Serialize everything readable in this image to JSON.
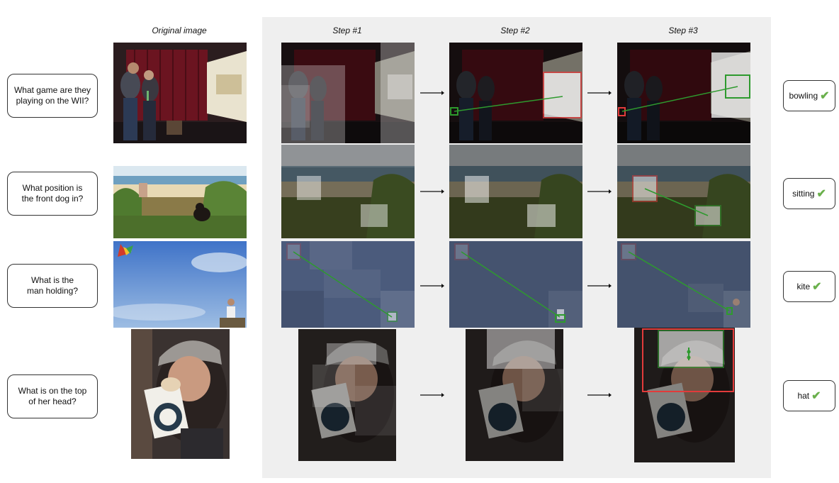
{
  "headers": {
    "original": "Original image",
    "step1": "Step #1",
    "step2": "Step #2",
    "step3": "Step #3"
  },
  "rows": [
    {
      "question": "What game are they\nplaying on the WII?",
      "answer": "bowling"
    },
    {
      "question": "What position is\nthe front dog in?",
      "answer": "sitting"
    },
    {
      "question": "What is the\nman holding?",
      "answer": "kite"
    },
    {
      "question": "What is on the top\nof her head?",
      "answer": "hat"
    }
  ],
  "icons": {
    "check": "checkmark-icon",
    "arrow": "right-arrow-icon"
  },
  "colors": {
    "highlight_box": "#e23b3b",
    "attention_box": "#2e9a2e",
    "check": "#6ab04c"
  }
}
